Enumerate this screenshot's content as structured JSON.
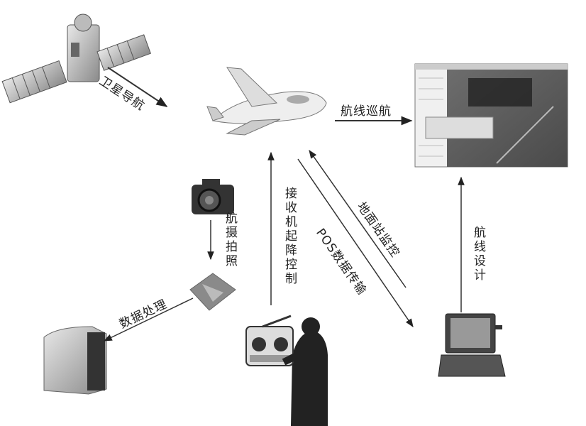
{
  "labels": {
    "satellite_nav": "卫星导航",
    "route_cruise": "航线巡航",
    "ground_monitor": "地面站监控",
    "pos_transfer": "POS数据传输",
    "receiver_control": "接收机起降控制",
    "aerial_photo": "航摄拍照",
    "data_processing": "数据处理",
    "route_design": "航线设计"
  },
  "colors": {
    "line": "#333333",
    "device": "#9a9a9a",
    "dark": "#2a2a2a"
  }
}
